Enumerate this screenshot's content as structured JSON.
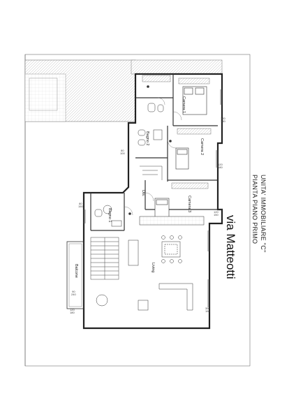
{
  "titles": {
    "line1": "UNITA' IMMOBILIARE \"C\"",
    "line2": "PIANTA PIANO PRIMO"
  },
  "street": "via Matteotti",
  "rooms": {
    "camera1": "Camera 1",
    "camera2": "Camera 2",
    "camera3": "Camera 3",
    "bagno1": "Bagno 1",
    "bagno2": "Bagno 2",
    "dis": "Dis.",
    "living": "Living",
    "balcone": "Balcone"
  },
  "dimensions": {
    "d1": {
      "top": "120",
      "bottom": "150"
    },
    "d2": {
      "top": "80",
      "bottom": "100"
    },
    "d3": {
      "top": "120",
      "bottom": "180"
    },
    "d4": {
      "top": "80",
      "bottom": "150"
    },
    "d5": {
      "top": "120",
      "bottom": "150"
    },
    "d6": {
      "top": "90",
      "bottom": "240"
    },
    "d7": {
      "top": "120",
      "bottom": "180"
    },
    "d8": {
      "top": "350",
      "bottom": "150"
    }
  }
}
